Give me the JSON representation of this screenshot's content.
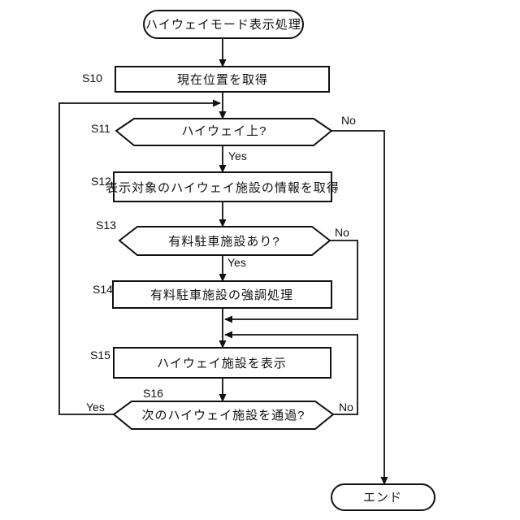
{
  "flowchart": {
    "start": {
      "label": "ハイウェイモード表示処理",
      "type": "terminator"
    },
    "steps": [
      {
        "id": "S10",
        "label": "現在位置を取得",
        "type": "process"
      },
      {
        "id": "S11",
        "label": "ハイウェイ上?",
        "type": "decision",
        "yes": "Yes",
        "no": "No"
      },
      {
        "id": "S12",
        "label": "表示対象のハイウェイ施設の情報を取得",
        "type": "process"
      },
      {
        "id": "S13",
        "label": "有料駐車施設あり?",
        "type": "decision",
        "yes": "Yes",
        "no": "No"
      },
      {
        "id": "S14",
        "label": "有料駐車施設の強調処理",
        "type": "process"
      },
      {
        "id": "S15",
        "label": "ハイウェイ施設を表示",
        "type": "process"
      },
      {
        "id": "S16",
        "label": "次のハイウェイ施設を通過?",
        "type": "decision",
        "yes": "Yes",
        "no": "No"
      }
    ],
    "end": {
      "label": "エンド",
      "type": "terminator"
    },
    "colors": {
      "line": "#111111",
      "fill": "#ffffff",
      "background": "#ffffff"
    }
  }
}
